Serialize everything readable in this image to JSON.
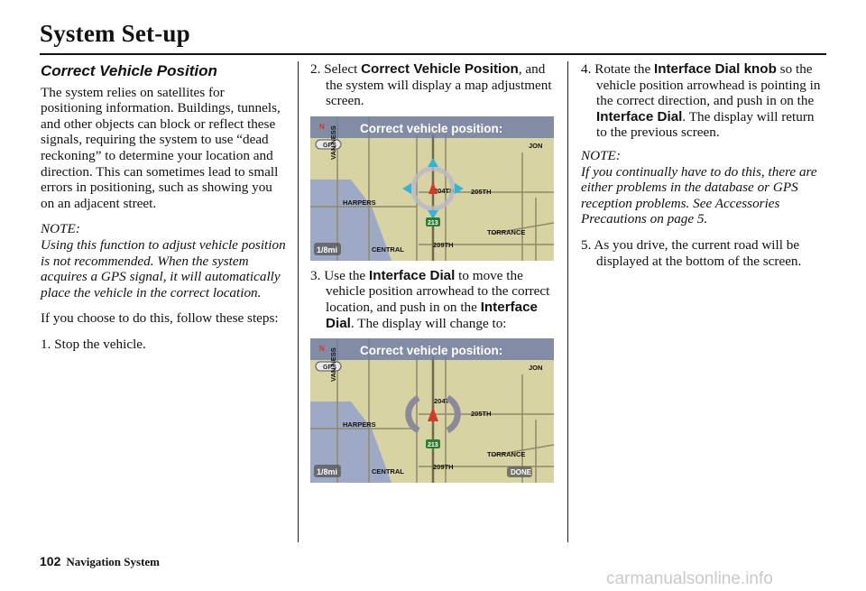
{
  "header": {
    "title": "System Set-up"
  },
  "section": {
    "title": "Correct Vehicle Position"
  },
  "col1": {
    "intro": "The system relies on satellites for positioning information. Buildings, tunnels, and other objects can block or reflect these signals, requiring the system to use “dead reckoning” to determine your location and direction. This can sometimes lead to small errors in positioning, such as showing you on an adjacent street.",
    "note_label": "NOTE:",
    "note": "Using this function to adjust vehicle position is not recommended. When the system acquires a GPS signal, it will automatically place the vehicle in the correct location.",
    "follow": "If you choose to do this, follow these steps:",
    "step1": "1. Stop the vehicle."
  },
  "col2": {
    "step2_pre": "2. Select ",
    "step2_ui": "Correct Vehicle Position",
    "step2_post": ", and the system will display a map adjustment screen.",
    "step3_pre": "3. Use the ",
    "step3_ui1": "Interface Dial",
    "step3_mid": " to move the vehicle position arrowhead to the correct location, and push in on the ",
    "step3_ui2": "Interface Dial",
    "step3_post": ". The display will change to:"
  },
  "col3": {
    "step4_pre": "4. Rotate the ",
    "step4_ui1": "Interface Dial knob",
    "step4_mid": " so the vehicle position arrowhead is pointing in the correct direction, and push in on the ",
    "step4_ui2": "Interface Dial",
    "step4_post": ". The display will return to the previous screen.",
    "note_label": "NOTE:",
    "note": "If you continually have to do this, there are either problems in the database or GPS reception problems. See Accessories Precautions on page 5.",
    "step5": "5. As you drive, the current road will be displayed at the bottom of the screen."
  },
  "screen": {
    "title": "Correct vehicle position:",
    "gps": "GPS",
    "north": "N",
    "scale": "1/8mi",
    "streets": {
      "van_ness": "VAN NESS",
      "harpers": "HARPERS",
      "central": "CENTRAL",
      "st204": "204TH",
      "st205": "205TH",
      "st209": "209TH",
      "torrance": "TORRANCE",
      "jon": "JON"
    },
    "route": "213",
    "done": "DONE"
  },
  "footer": {
    "page": "102",
    "label": "Navigation System"
  },
  "watermark": "carmanualsonline.info",
  "colors": {
    "map_bg": "#d8d3a2",
    "blue_area": "#9ea9c6",
    "title_bar": "#6d7aa6",
    "arrow_cyan": "#30b6d9",
    "route_green": "#2e7d32",
    "vehicle_red": "#d23a2a"
  }
}
